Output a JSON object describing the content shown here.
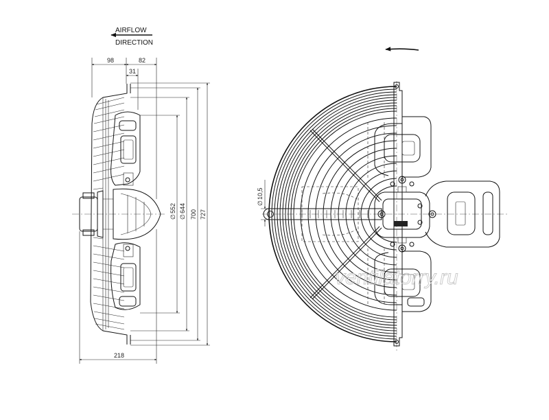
{
  "airflow": {
    "line1": "AIRFLOW",
    "line2": "DIRECTION"
  },
  "side_view": {
    "dims": {
      "d98": "98",
      "d82": "82",
      "d31": "31",
      "d218": "218",
      "dia552": "552",
      "dia644": "644",
      "d700": "700",
      "d727": "727",
      "diameter_symbol": "∅"
    }
  },
  "front_view": {
    "hole_diameter": "10,5",
    "diameter_symbol": "∅",
    "rotation_arrow_icon": "arrow-left-icon"
  },
  "watermark": "ventilatorry.ru"
}
